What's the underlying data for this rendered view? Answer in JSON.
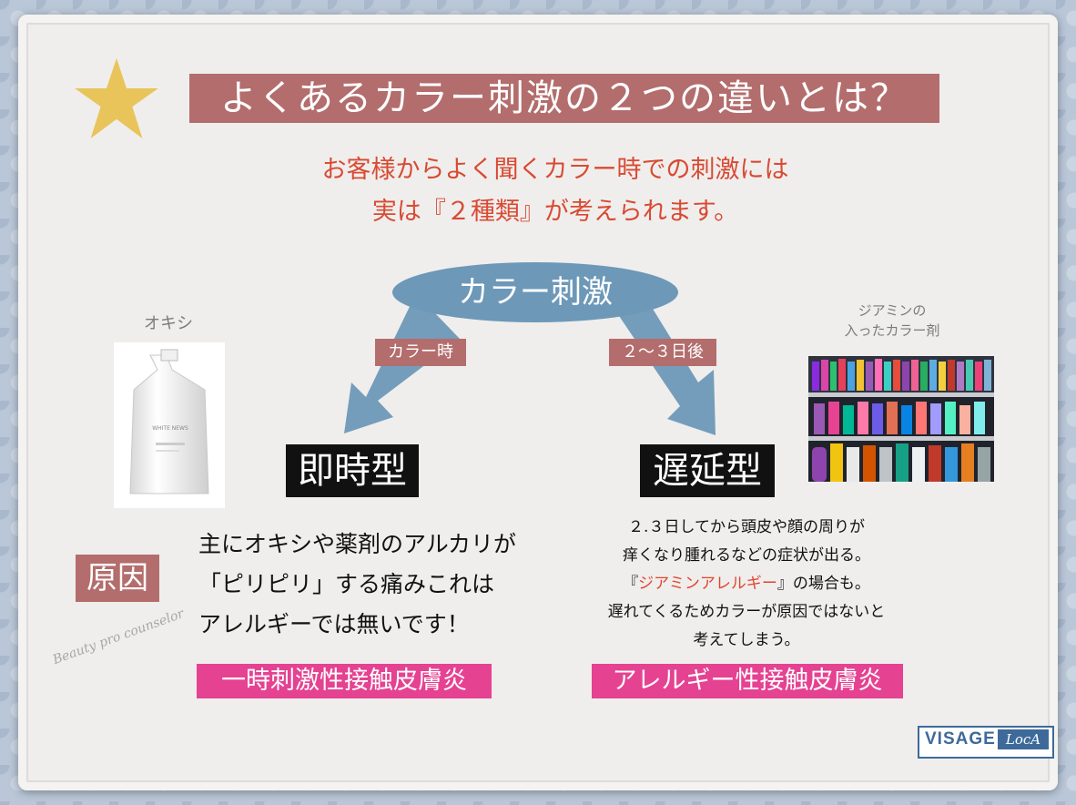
{
  "title": "よくあるカラー刺激の２つの違いとは？",
  "intro": {
    "line1": "お客様からよく聞くカラー時での刺激には",
    "line2": "実は『２種類』が考えられます。"
  },
  "center_label": "カラー刺激",
  "left": {
    "tag": "カラー時",
    "type": "即時型",
    "image_caption": "オキシ",
    "product_text": "WHITE NEWS",
    "description": [
      "主にオキシや薬剤のアルカリが",
      "「ピリピリ」する痛みこれは",
      "アレルギーでは無いです！"
    ],
    "result": "一時刺激性接触皮膚炎"
  },
  "right": {
    "tag": "２～３日後",
    "type": "遅延型",
    "image_caption_line1": "ジアミンの",
    "image_caption_line2": "入ったカラー剤",
    "description_line1": "２.３日してから頭皮や顔の周りが",
    "description_line2": "痒くなり腫れるなどの症状が出る。",
    "description_line3_open": "『",
    "description_line3_red": "ジアミンアレルギー",
    "description_line3_close": "』の場合も。",
    "description_line4": "遅れてくるためカラーが原因ではないと",
    "description_line5": "考えてしまう。",
    "result": "アレルギー性接触皮膚炎"
  },
  "cause_label": "原因",
  "watermark": "Beauty pro counselor",
  "logo": {
    "main": "VISAGE",
    "sub": "LocA"
  },
  "colors": {
    "title_bg": "#b36d6d",
    "intro": "#d94a33",
    "arrow": "#6d98b8",
    "result_bg": "#e54292",
    "star": "#e8c45a"
  }
}
